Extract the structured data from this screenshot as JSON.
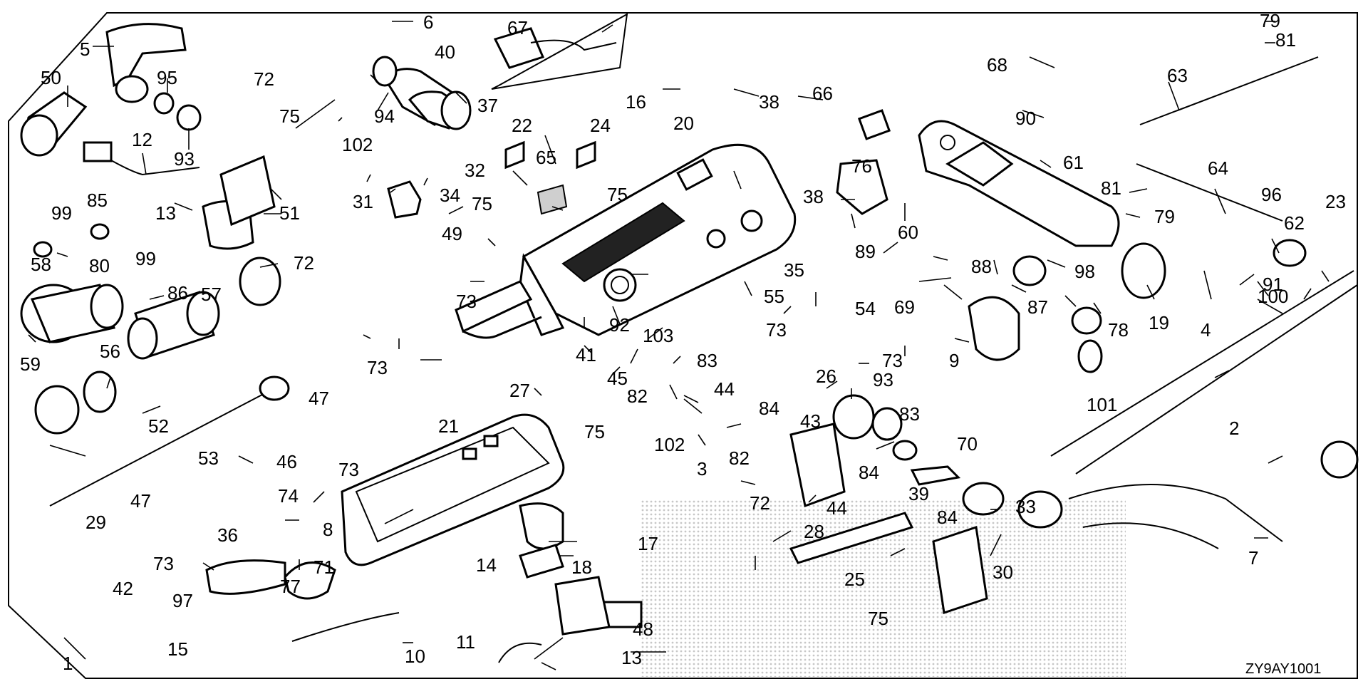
{
  "diagram": {
    "code": "ZY9AY1001",
    "watermark": "",
    "callouts": {
      "c1": "1",
      "c2": "2",
      "c3": "3",
      "c4": "4",
      "c5": "5",
      "c6": "6",
      "c7": "7",
      "c8": "8",
      "c9": "9",
      "c10": "10",
      "c11": "11",
      "c12": "12",
      "c13a": "13",
      "c13b": "13",
      "c14": "14",
      "c15": "15",
      "c16": "16",
      "c17": "17",
      "c18": "18",
      "c19": "19",
      "c20": "20",
      "c21": "21",
      "c22": "22",
      "c23": "23",
      "c24": "24",
      "c25": "25",
      "c26": "26",
      "c27": "27",
      "c28": "28",
      "c29": "29",
      "c30": "30",
      "c31": "31",
      "c32": "32",
      "c33": "33",
      "c34": "34",
      "c35": "35",
      "c36": "36",
      "c37": "37",
      "c38a": "38",
      "c38b": "38",
      "c39": "39",
      "c40": "40",
      "c41": "41",
      "c42": "42",
      "c43": "43",
      "c44a": "44",
      "c44b": "44",
      "c45": "45",
      "c46": "46",
      "c47a": "47",
      "c47b": "47",
      "c48": "48",
      "c49": "49",
      "c50": "50",
      "c51": "51",
      "c52": "52",
      "c53": "53",
      "c54": "54",
      "c55": "55",
      "c56": "56",
      "c57": "57",
      "c58": "58",
      "c59": "59",
      "c60": "60",
      "c61": "61",
      "c62": "62",
      "c63": "63",
      "c64": "64",
      "c65": "65",
      "c66": "66",
      "c67": "67",
      "c68": "68",
      "c69": "69",
      "c70": "70",
      "c71": "71",
      "c72a": "72",
      "c72b": "72",
      "c72c": "72",
      "c73a": "73",
      "c73b": "73",
      "c73c": "73",
      "c73d": "73",
      "c73e": "73",
      "c73f": "73",
      "c74": "74",
      "c75a": "75",
      "c75b": "75",
      "c75c": "75",
      "c75d": "75",
      "c75e": "75",
      "c76": "76",
      "c77": "77",
      "c78": "78",
      "c79a": "79",
      "c79b": "79",
      "c80": "80",
      "c81a": "81",
      "c81b": "81",
      "c82a": "82",
      "c82b": "82",
      "c83a": "83",
      "c83b": "83",
      "c84a": "84",
      "c84b": "84",
      "c84c": "84",
      "c85": "85",
      "c86": "86",
      "c87": "87",
      "c88": "88",
      "c89": "89",
      "c90": "90",
      "c91": "91",
      "c92": "92",
      "c93a": "93",
      "c93b": "93",
      "c94": "94",
      "c95": "95",
      "c96": "96",
      "c97": "97",
      "c98": "98",
      "c99a": "99",
      "c99b": "99",
      "c100": "100",
      "c101": "101",
      "c102a": "102",
      "c102b": "102",
      "c103": "103"
    }
  }
}
